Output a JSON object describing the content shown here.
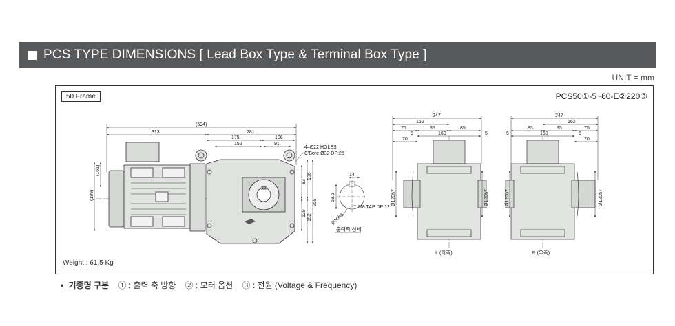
{
  "title": "PCS TYPE DIMENSIONS [ Lead Box Type & Terminal Box Type ]",
  "unit": "UNIT = mm",
  "frame_label": "50 Frame",
  "model": "PCS50①-5~60-E②220③",
  "weight": "Weight : 61.5 Kg",
  "legend": {
    "bullet": "•",
    "head": "기종명 구분",
    "items": [
      "① : 출력 축 방향",
      "② : 모터 옵션",
      "③ : 전원 (Voltage & Frequency)"
    ]
  },
  "drawing": {
    "main": {
      "d594": "(594)",
      "d313": "313",
      "d281": "281",
      "d175": "175",
      "d152": "152",
      "d106": "106",
      "d91": "91",
      "d161": "(161)",
      "d199": "(199)",
      "d83": "83",
      "d106v": "106",
      "d258": "258",
      "d129": "129",
      "d152v": "152",
      "holes1": "4–Ø22 HOLES",
      "holes2": "C'Bore Ø32 DP:26"
    },
    "shaft": {
      "d14": "14",
      "d535": "53.5",
      "tap": "M8 TAP DP:12",
      "dia": "Ø50h6",
      "caption": "출력축 상세"
    },
    "left_view": {
      "d247": "247",
      "d162": "162",
      "d75": "75",
      "d85a": "85",
      "d85b": "85",
      "d5a": "5",
      "d160": "160",
      "d5b": "5",
      "d70": "70",
      "bore1": "Ø120h7",
      "bore2": "Ø120h7",
      "caption": "L (좌축)"
    },
    "right_view": {
      "d247": "247",
      "d162": "162",
      "d5a": "5",
      "d85a": "85",
      "d85b": "85",
      "d75": "75",
      "d160": "160",
      "d5b": "5",
      "d70": "70",
      "bore1": "Ø120h7",
      "bore2": "Ø120h7",
      "caption": "R (우축)"
    }
  }
}
